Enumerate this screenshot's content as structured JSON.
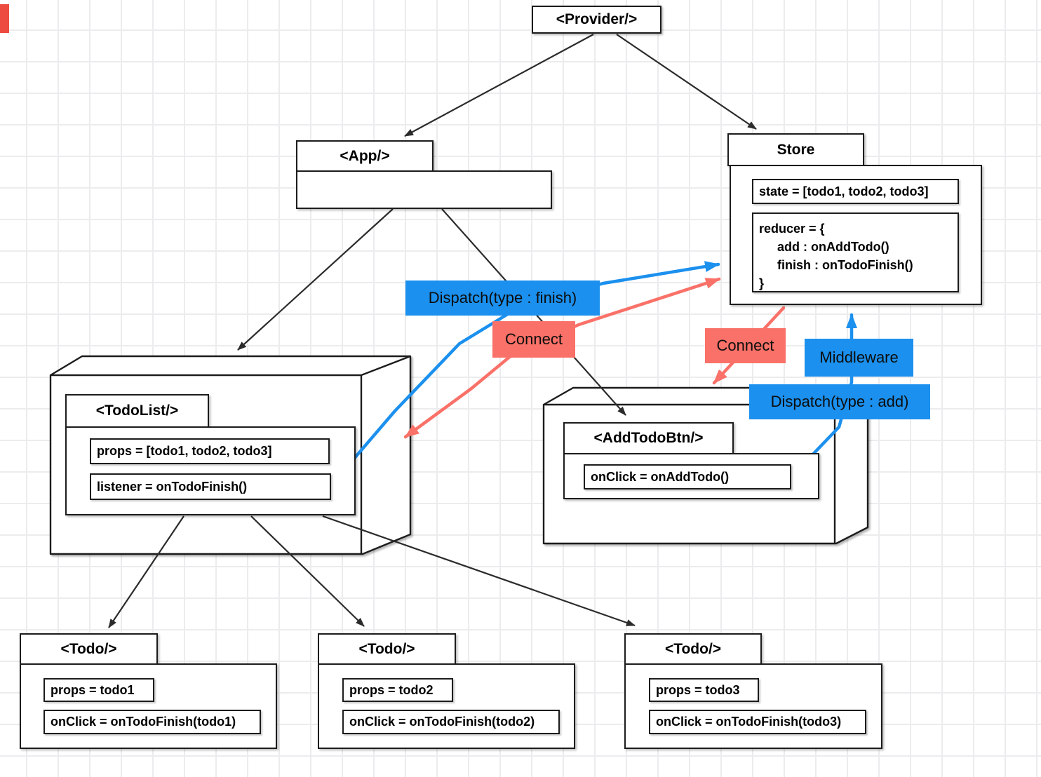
{
  "diagram": {
    "provider": {
      "label": "<Provider/>"
    },
    "app": {
      "label": "<App/>"
    },
    "store": {
      "label": "Store",
      "state": "state = [todo1, todo2, todo3]",
      "reducer_line1": "reducer = {",
      "reducer_line2": "add : onAddTodo()",
      "reducer_line3": "finish : onTodoFinish()",
      "reducer_line4": "}"
    },
    "todolist": {
      "label": "<TodoList/>",
      "props": "props = [todo1, todo2, todo3]",
      "listener": "listener = onTodoFinish()"
    },
    "addtodobtn": {
      "label": "<AddTodoBtn/>",
      "onclick": "onClick = onAddTodo()"
    },
    "todos": [
      {
        "label": "<Todo/>",
        "props": "props = todo1",
        "onclick": "onClick = onTodoFinish(todo1)"
      },
      {
        "label": "<Todo/>",
        "props": "props = todo2",
        "onclick": "onClick = onTodoFinish(todo2)"
      },
      {
        "label": "<Todo/>",
        "props": "props = todo3",
        "onclick": "onClick = onTodoFinish(todo3)"
      }
    ],
    "labels": {
      "dispatch_finish": "Dispatch(type : finish)",
      "connect_left": "Connect",
      "connect_right": "Connect",
      "middleware": "Middleware",
      "dispatch_add": "Dispatch(type : add)"
    },
    "colors": {
      "accent_blue": "#1B90EE",
      "accent_red": "#F97168",
      "edge_fragment_red": "#EE4B40",
      "connector_black": "#2b2b2b",
      "grid_line": "#ececee"
    }
  }
}
